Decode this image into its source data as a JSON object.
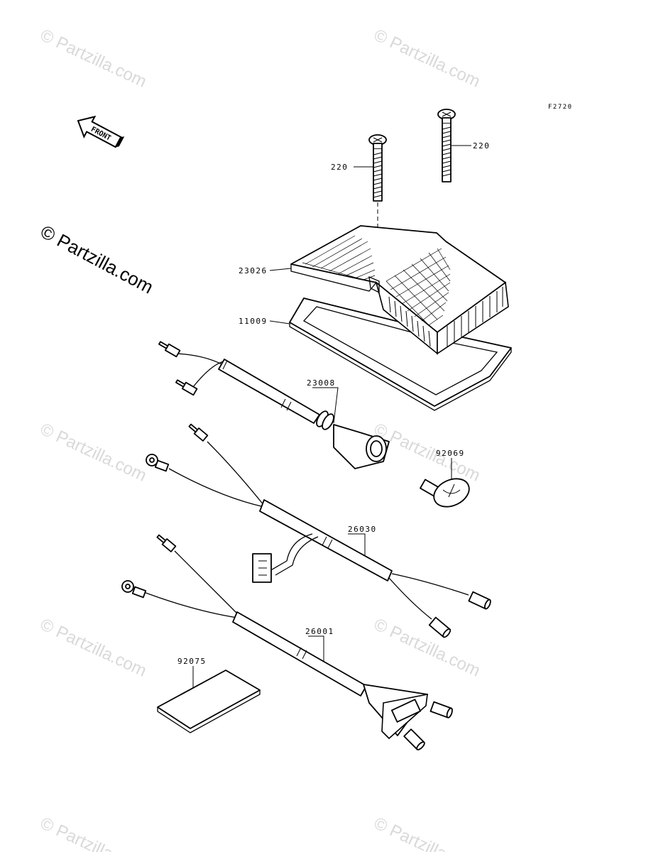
{
  "figure_code": "F2720",
  "front_label": "FRONT",
  "watermark_main": "© Partzilla.com",
  "watermark_repeat": "© Partzilla.com",
  "parts": {
    "screw_left": "220",
    "screw_right": "220",
    "lens": "23026",
    "gasket": "11009",
    "socket": "23008",
    "bulb": "92069",
    "harness_upper": "26030",
    "harness_lower": "26001",
    "label_pad": "92075"
  }
}
